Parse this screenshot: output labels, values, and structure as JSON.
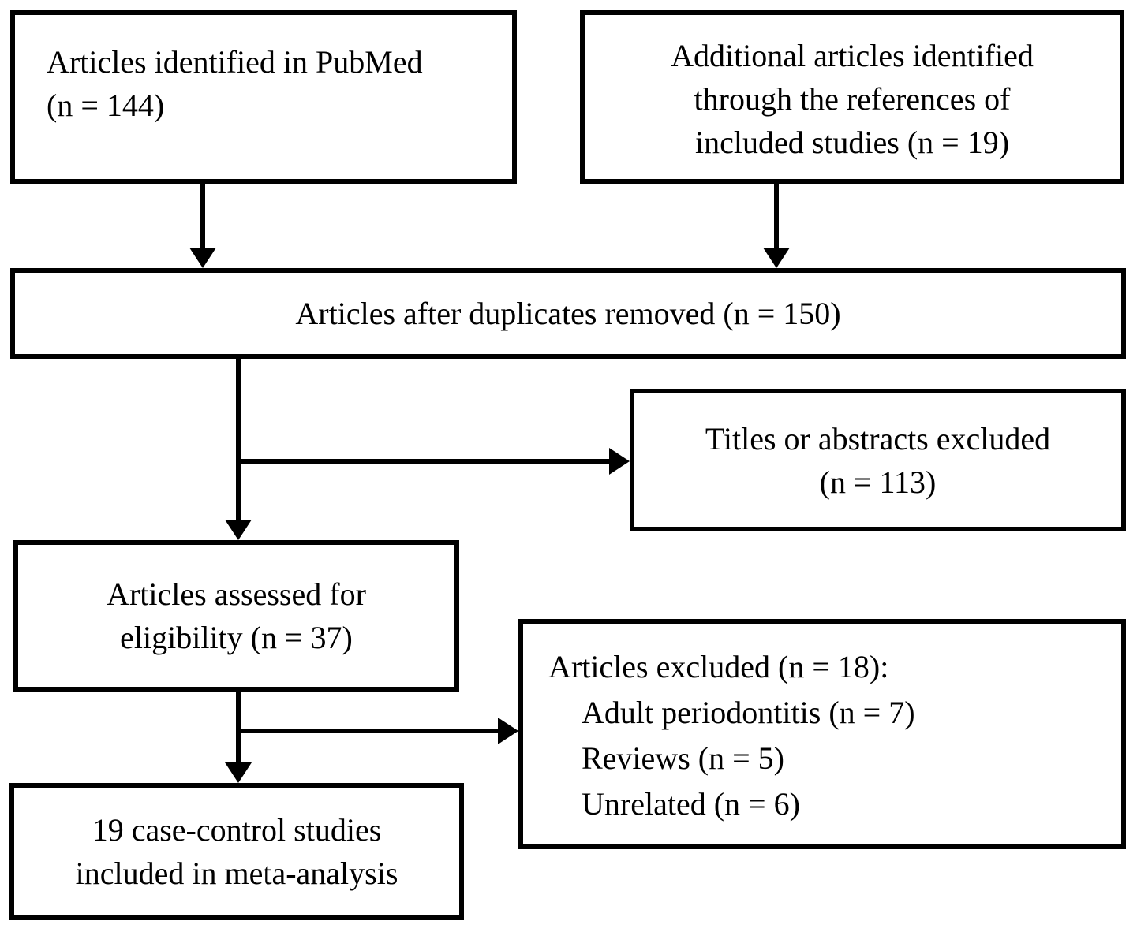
{
  "colors": {
    "background": "#ffffff",
    "box_border": "#000000",
    "text": "#000000",
    "arrow": "#000000"
  },
  "flowchart": {
    "identified_box": {
      "line1": "Articles identified in PubMed",
      "line2": "(n = 144)"
    },
    "additional_box": {
      "line1": "Additional articles identified",
      "line2": "through the references of",
      "line3": "included studies (n = 19)"
    },
    "duplicates_box": {
      "text": "Articles after duplicates removed (n = 150)"
    },
    "titles_excluded_box": {
      "line1": "Titles or abstracts excluded",
      "line2": "(n = 113)"
    },
    "eligibility_box": {
      "line1": "Articles assessed for",
      "line2": "eligibility (n = 37)"
    },
    "excluded_box": {
      "header": "Articles excluded (n = 18):",
      "items": [
        "Adult periodontitis (n = 7)",
        "Reviews (n = 5)",
        "Unrelated (n = 6)"
      ]
    },
    "included_box": {
      "line1": "19 case-control studies",
      "line2": "included in meta-analysis"
    }
  }
}
